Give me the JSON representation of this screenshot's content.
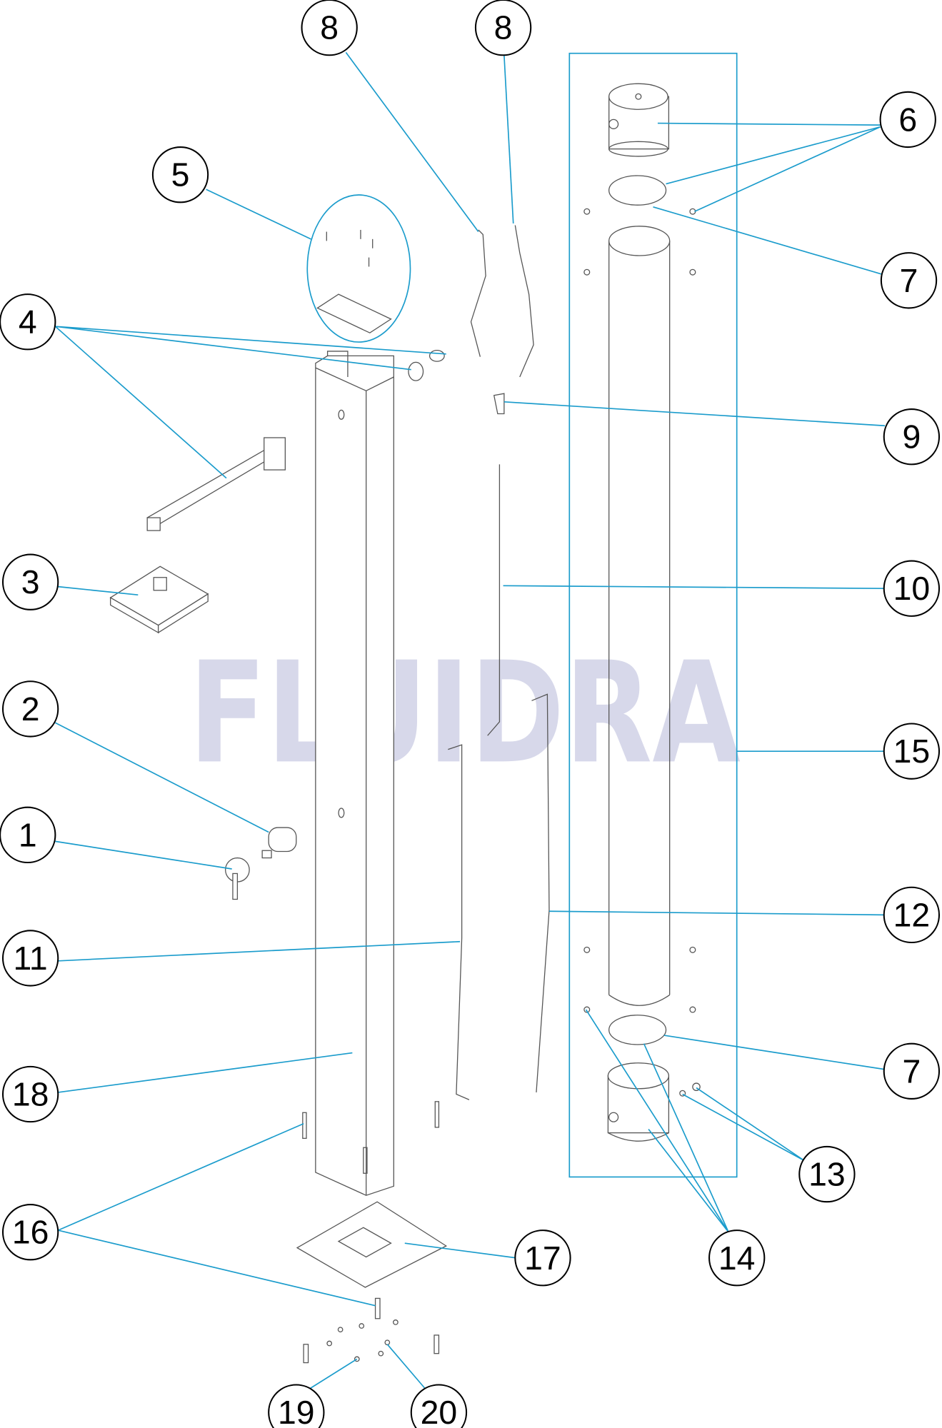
{
  "watermark": "FLUIDRA",
  "colors": {
    "leader": "#1b9ccc",
    "watermark": "#d7d8ea"
  },
  "callouts": {
    "c8a": "8",
    "c8b": "8",
    "c5": "5",
    "c6": "6",
    "c7a": "7",
    "c4": "4",
    "c9": "9",
    "c3": "3",
    "c10": "10",
    "c2": "2",
    "c15": "15",
    "c1": "1",
    "c12": "12",
    "c11": "11",
    "c7b": "7",
    "c18": "18",
    "c13": "13",
    "c16": "16",
    "c17": "17",
    "c14": "14",
    "c19": "19",
    "c20": "20"
  }
}
